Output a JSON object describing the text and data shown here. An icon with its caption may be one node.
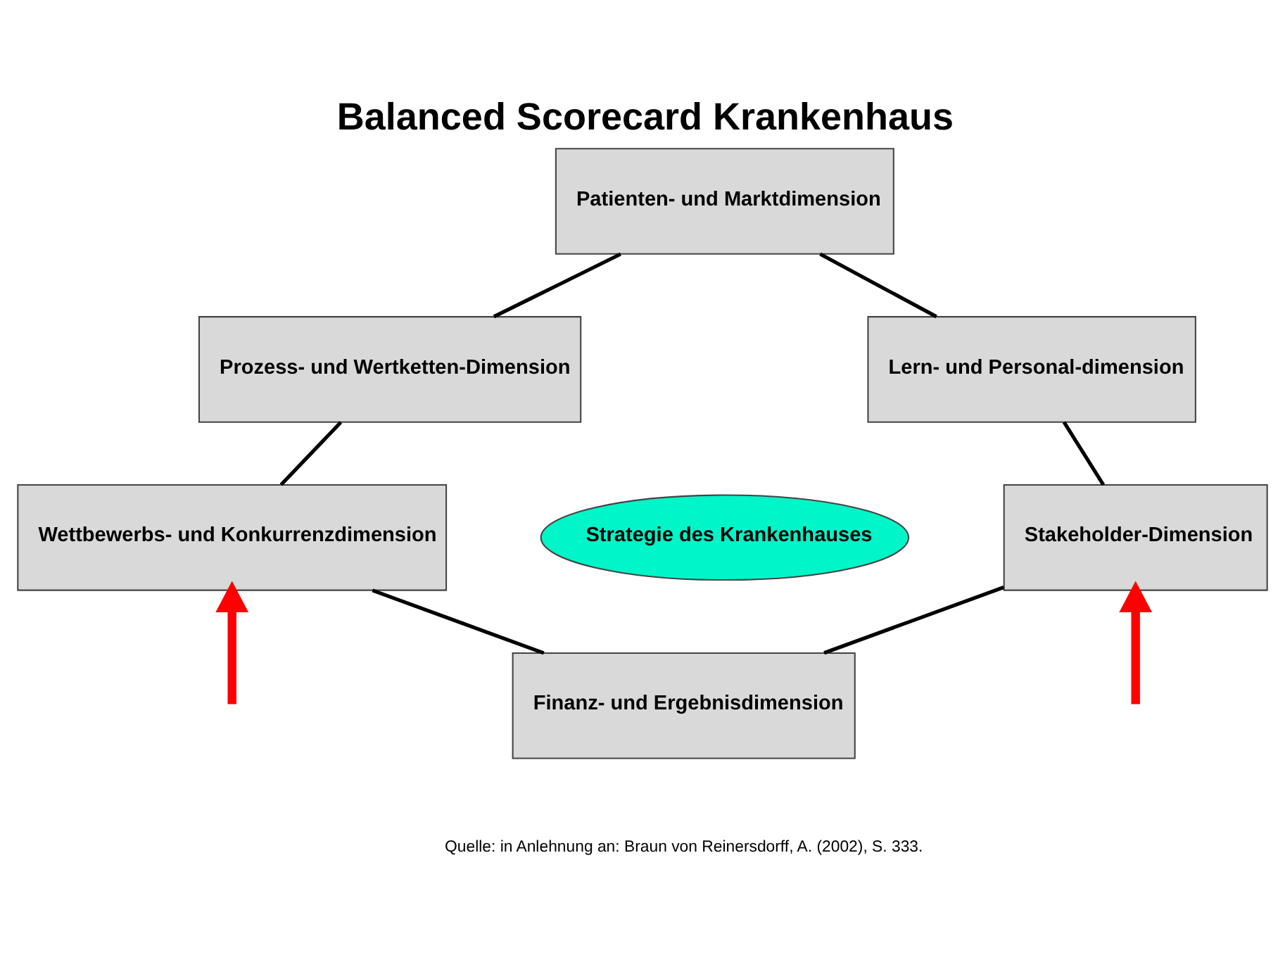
{
  "diagram": {
    "title": "Balanced Scorecard Krankenhaus",
    "caption": "Quelle: in Anlehnung an: Braun von Reinersdorff, A. (2002), S. 333.",
    "nodes": [
      {
        "text": [
          "Patienten- und Marktdimension"
        ]
      },
      {
        "text": [
          "Prozess- und Wertketten-Dimension"
        ]
      },
      {
        "text": [
          "Lern- und Personal-dimension"
        ]
      },
      {
        "text": [
          "Strategie des Krankenhauses"
        ]
      },
      {
        "text": [
          "Wettbewerbs- und Konkurrenzdimension"
        ]
      },
      {
        "text": [
          "Stakeholder-Dimension"
        ]
      },
      {
        "text": [
          "Finanz- und Ergebnisdimension"
        ]
      }
    ],
    "edges": [
      {
        "from": 0,
        "to": 1,
        "arrow": "none"
      },
      {
        "from": 0,
        "to": 2,
        "arrow": "none"
      },
      {
        "from": 1,
        "to": 4,
        "arrow": "none"
      },
      {
        "from": 2,
        "to": 5,
        "arrow": "none"
      },
      {
        "from": 4,
        "to": 6,
        "arrow": "none"
      },
      {
        "from": 5,
        "to": 6,
        "arrow": "none"
      },
      {
        "from": null,
        "to": 4,
        "arrow": "to",
        "style": "thick",
        "color": "#ff0000"
      },
      {
        "from": null,
        "to": 5,
        "arrow": "to",
        "style": "thick",
        "color": "#ff0000"
      }
    ]
  }
}
